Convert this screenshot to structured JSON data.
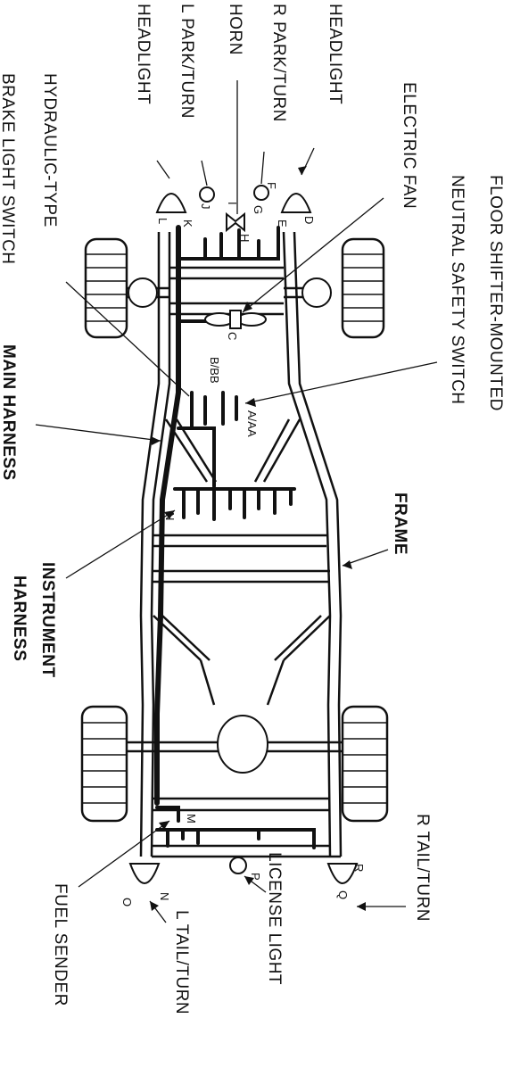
{
  "labels": {
    "headlight_r": "HEADLIGHT",
    "r_park_turn": "R PARK/TURN",
    "horn": "HORN",
    "l_park_turn": "L PARK/TURN",
    "headlight_l": "HEADLIGHT",
    "electric_fan": "ELECTRIC FAN",
    "hydraulic_1": "HYDRAULIC-TYPE",
    "hydraulic_2": "BRAKE LIGHT SWITCH",
    "floor_shifter_1": "FLOOR SHIFTER-MOUNTED",
    "floor_shifter_2": "NEUTRAL SAFETY SWITCH",
    "main_harness": "MAIN HARNESS",
    "frame": "FRAME",
    "instrument_1": "INSTRUMENT",
    "instrument_2": "HARNESS",
    "r_tail_turn": "R TAIL/TURN",
    "license_light": "LICENSE LIGHT",
    "l_tail_turn": "L TAIL/TURN",
    "fuel_sender": "FUEL SENDER"
  },
  "connectors": {
    "d": "D",
    "e": "E",
    "f": "F",
    "g": "G",
    "h": "H",
    "i": "I",
    "j": "J",
    "k": "K",
    "l": "L",
    "c": "C",
    "bbb": "B/BB",
    "aaa": "A/AA",
    "n_upper": "N",
    "m": "M",
    "r": "R",
    "q": "Q",
    "p": "P",
    "n": "N",
    "o": "O"
  }
}
